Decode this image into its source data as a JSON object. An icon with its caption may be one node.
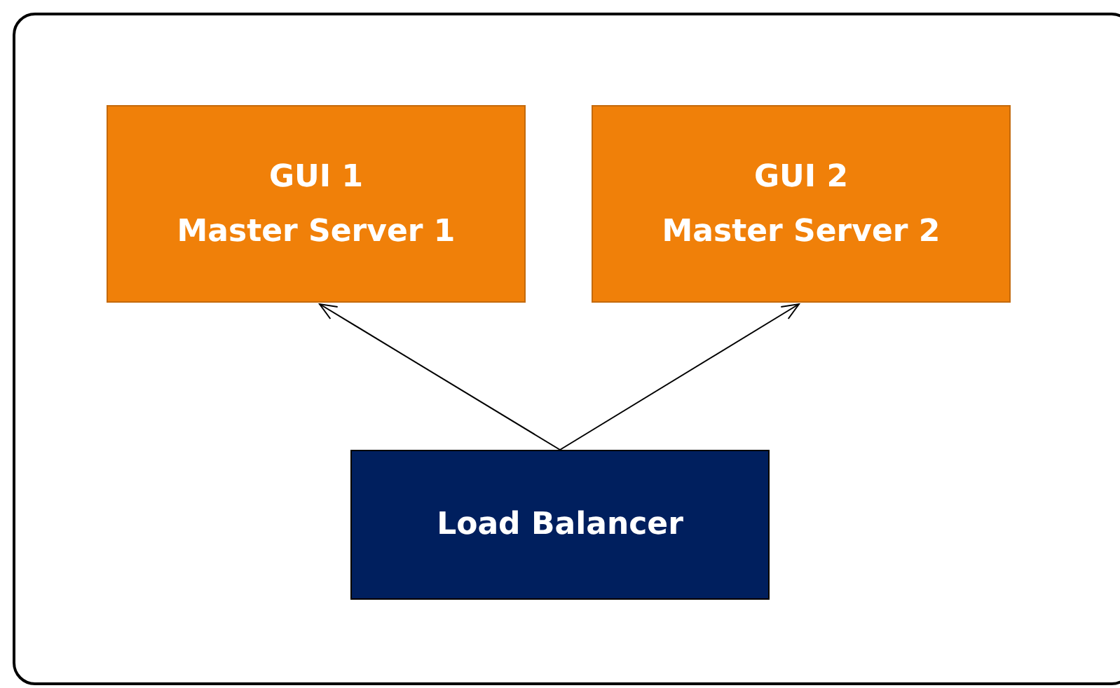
{
  "diagram": {
    "nodes": [
      {
        "text": [
          "GUI 1",
          "Master Server 1"
        ]
      },
      {
        "text": [
          "GUI 2",
          "Master Server 2"
        ]
      },
      {
        "text": [
          "Load Balancer"
        ]
      }
    ],
    "edges": [
      {
        "from": 2,
        "to": 0,
        "arrow": "to"
      },
      {
        "from": 2,
        "to": 1,
        "arrow": "to"
      }
    ]
  }
}
